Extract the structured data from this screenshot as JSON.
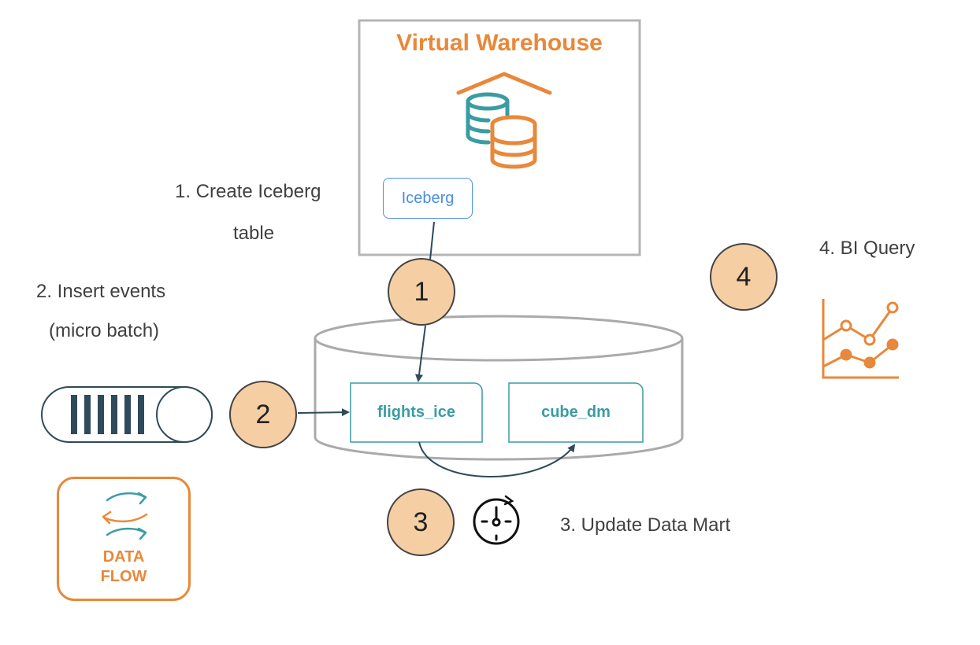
{
  "warehouse": {
    "title": "Virtual Warehouse",
    "iceberg_label": "Iceberg"
  },
  "steps": {
    "s1": {
      "number": "1",
      "label_line1": "1. Create Iceberg",
      "label_line2": "table"
    },
    "s2": {
      "number": "2",
      "label_line1": "2.  Insert events",
      "label_line2": "(micro batch)"
    },
    "s3": {
      "number": "3",
      "label": "3. Update Data Mart"
    },
    "s4": {
      "number": "4",
      "label": "4. BI Query"
    }
  },
  "tables": {
    "left": "flights_ice",
    "right": "cube_dm"
  },
  "dataflow": {
    "line1": "DATA",
    "line2": "FLOW"
  },
  "colors": {
    "orange": "#e8883a",
    "teal": "#3a9ca3",
    "blue": "#4a8fe0",
    "step_fill": "#f5cfa3",
    "dark": "#2f4a5a"
  }
}
